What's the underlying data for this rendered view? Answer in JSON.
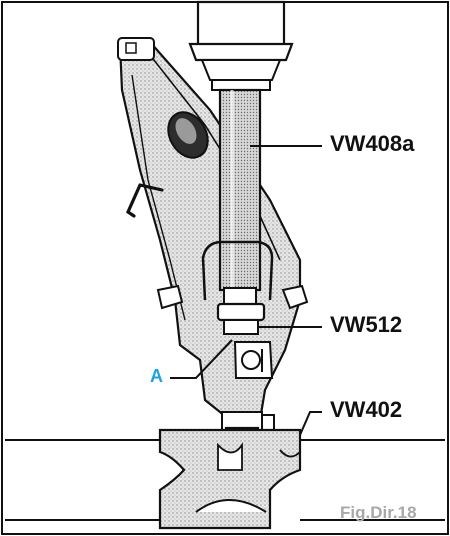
{
  "labels": {
    "vw408a": "VW408a",
    "vw512": "VW512",
    "vw402": "VW402",
    "part_a": "A"
  },
  "figure": {
    "caption": "Fig.Dir.18"
  },
  "colors": {
    "line": "#111111",
    "part_label": "#1aa3e0",
    "caption": "#a8a8a8",
    "hatch": "#cfcfcf"
  }
}
